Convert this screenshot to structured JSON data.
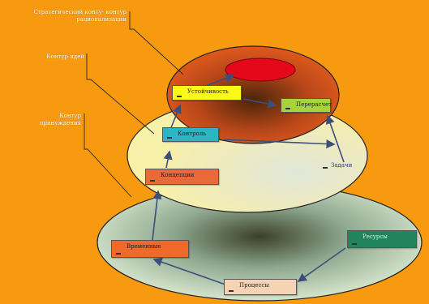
{
  "side_labels": {
    "top": "Стратегический конту- контур рационализации",
    "middle": "Контур идей",
    "bottom": "Контур принуждения"
  },
  "nodes": {
    "top_pill": "",
    "ustoichivost": "Устойчивость",
    "pereraschet": "Перерасчет",
    "kontrol": "Контроль",
    "koncepcii": "Концепции",
    "zadachi": "Задачи",
    "vremennye": "Временные",
    "right_green": "Ресурсы",
    "processy": "Процессы"
  },
  "colors": {
    "background": "#f79a0f",
    "top_ellipse": "#e5531b",
    "middle_ellipse": "#f4eeb0",
    "bottom_ellipse": "#d6e9cb",
    "arrow": "#3b4f7a"
  }
}
